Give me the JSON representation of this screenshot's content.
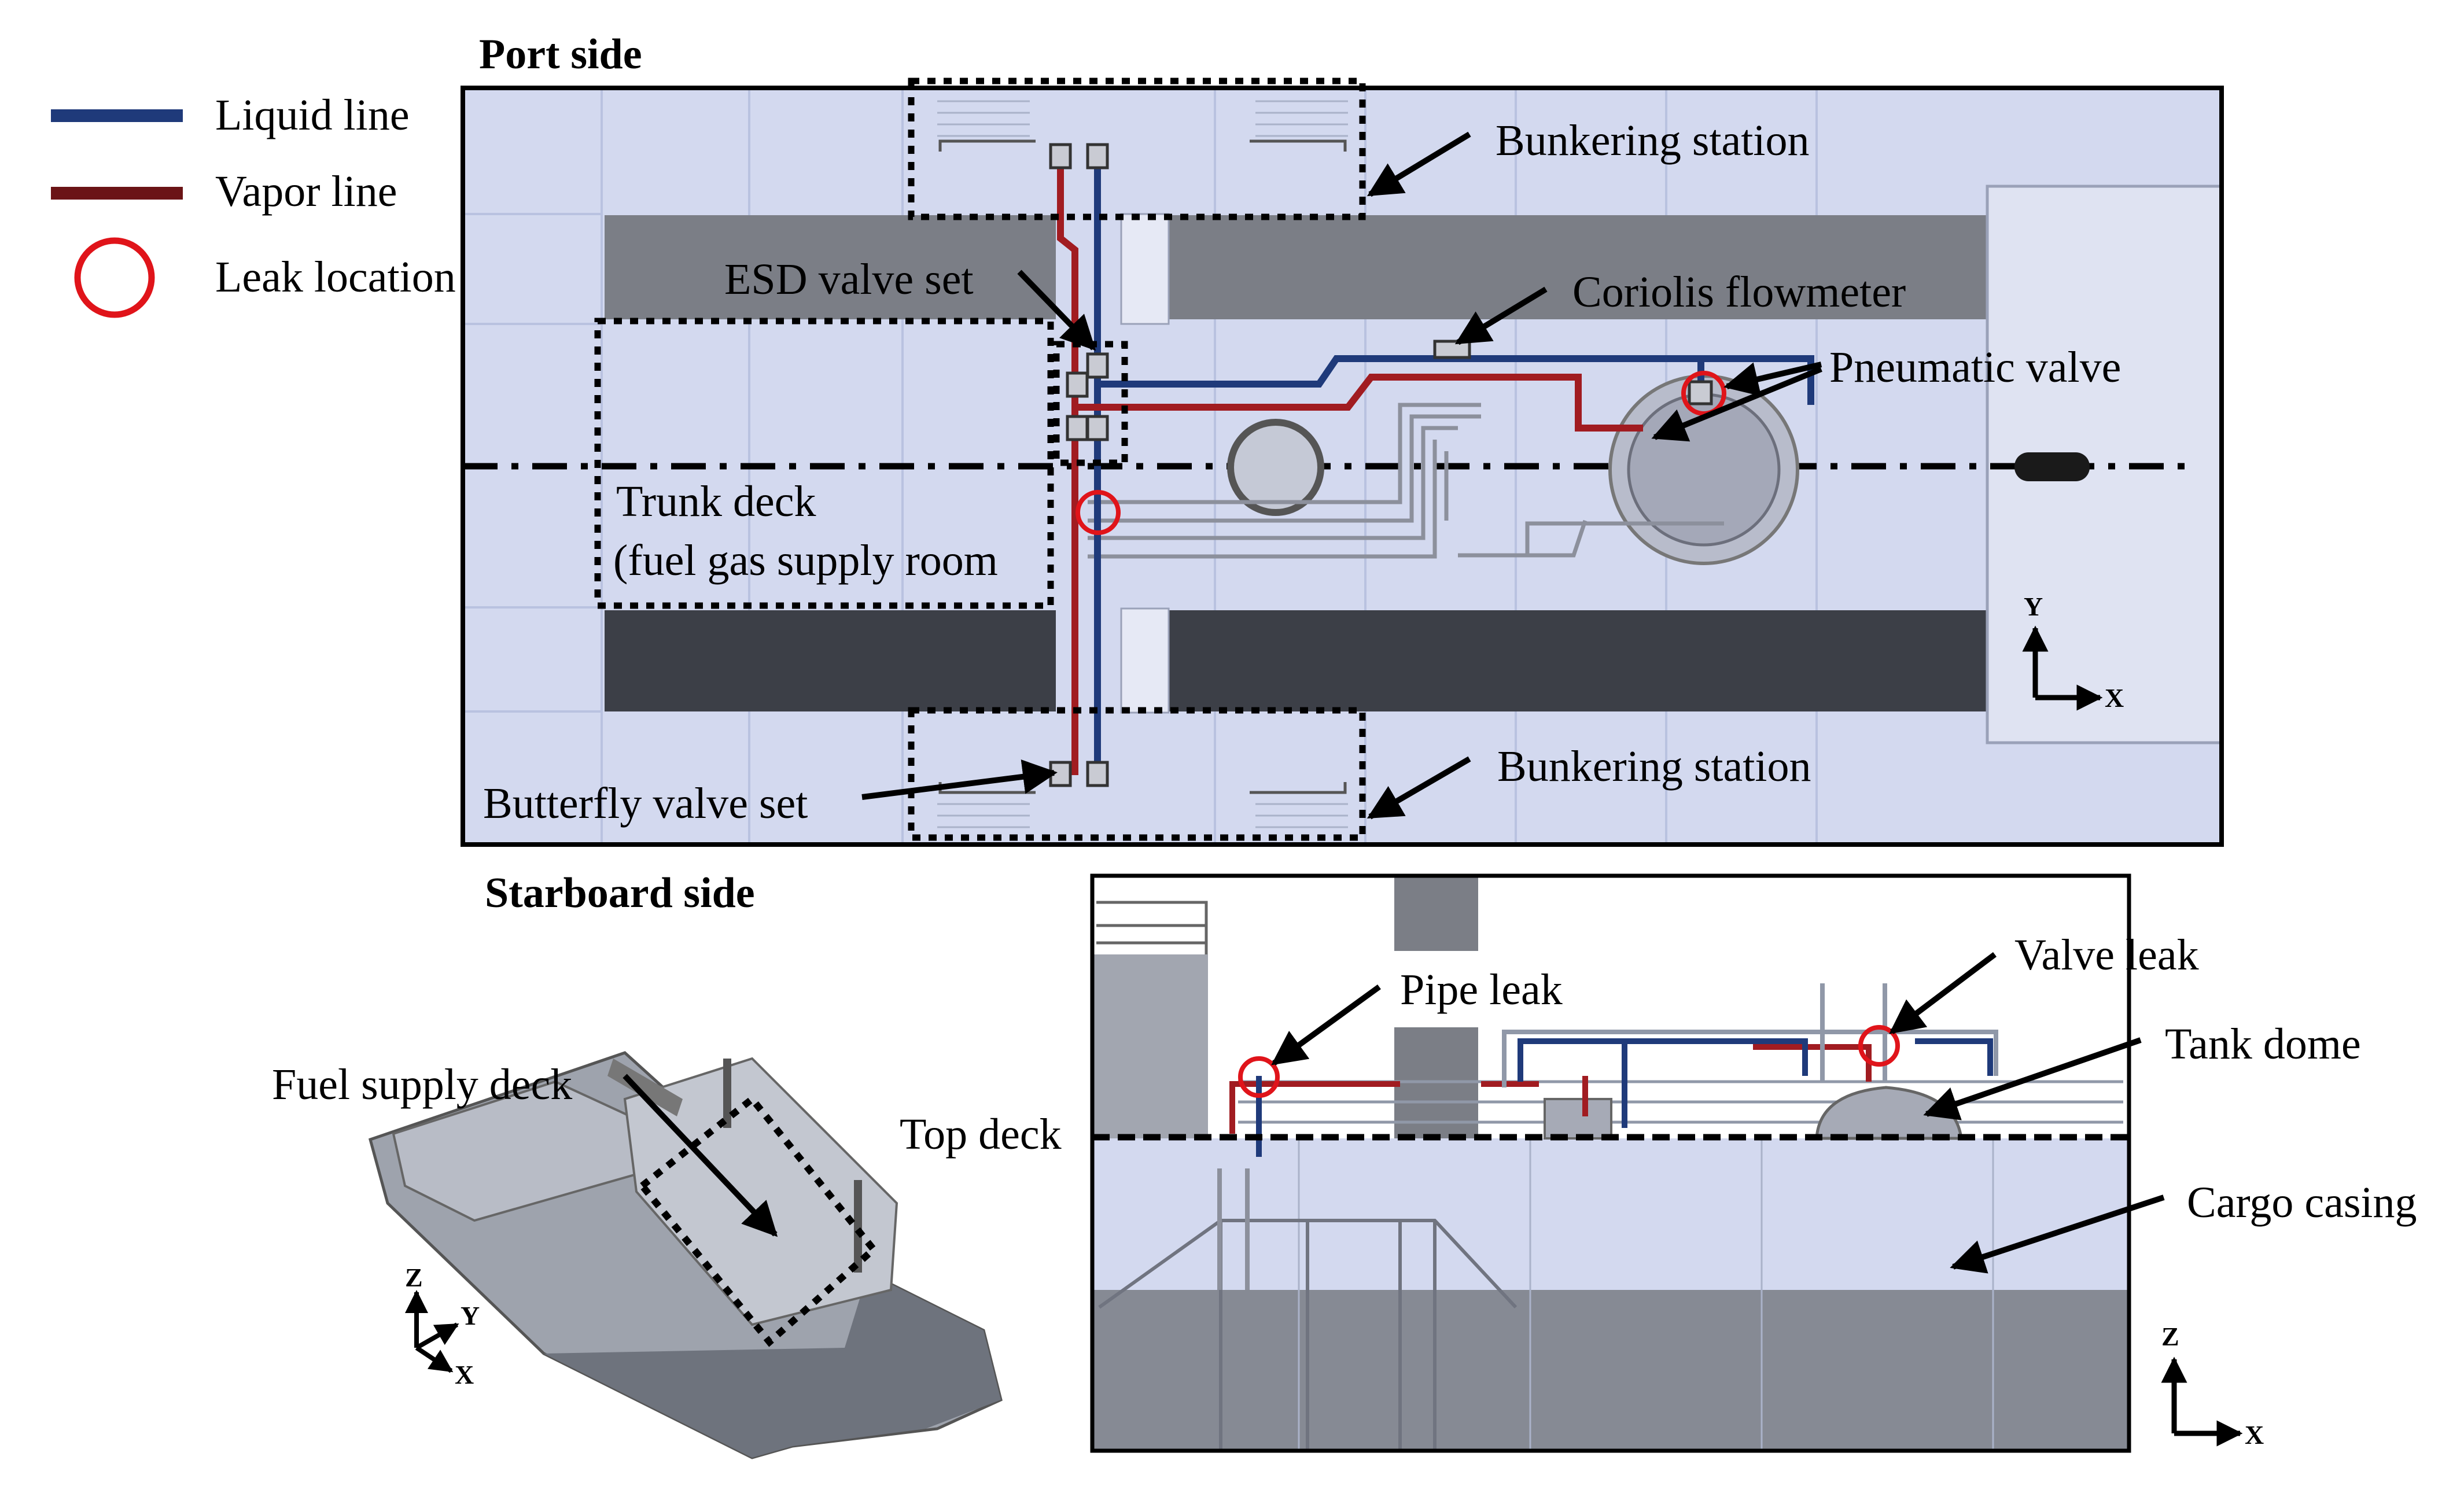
{
  "legend": {
    "liquid_line": "Liquid line",
    "vapor_line": "Vapor line",
    "leak_location": "Leak location"
  },
  "top_view": {
    "port_side": "Port side",
    "starboard_side": "Starboard side",
    "bunkering_station_top": "Bunkering station",
    "bunkering_station_bottom": "Bunkering station",
    "esd_valve_set": "ESD valve set",
    "coriolis_flowmeter": "Coriolis flowmeter",
    "pneumatic_valve": "Pneumatic valve",
    "trunk_deck_line1": "Trunk deck",
    "trunk_deck_line2": "(fuel gas supply room",
    "butterfly_valve_set": "Butterfly valve set",
    "axis_y": "Y",
    "axis_x": "X"
  },
  "iso_view": {
    "fuel_supply_deck": "Fuel supply deck",
    "axis_z": "Z",
    "axis_y": "Y",
    "axis_x": "X"
  },
  "side_view": {
    "top_deck": "Top deck",
    "pipe_leak": "Pipe leak",
    "valve_leak": "Valve leak",
    "tank_dome": "Tank dome",
    "cargo_casing": "Cargo casing",
    "axis_z": "Z",
    "axis_x": "X"
  },
  "colors": {
    "liquid_line": "#1f3a7a",
    "vapor_line": "#7a1a1a",
    "leak_marker": "#e0141a",
    "deck_fill": "#d3d9ef",
    "dark_band": "#3c3f47",
    "mid_band": "#7b7e86"
  }
}
